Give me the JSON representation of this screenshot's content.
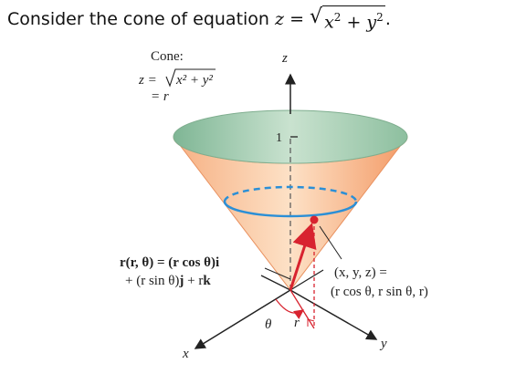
{
  "prompt": {
    "text_before": "Consider the cone of equation",
    "math_lhs": "z =",
    "radicand_x": "x",
    "radicand_plus_y": " + y",
    "exponent": "2",
    "trailing": "."
  },
  "figure": {
    "cone_heading": "Cone:",
    "cone_eq_lhs": "z =",
    "cone_eq_radicand": "x² + y²",
    "cone_eq_r": "= r",
    "axis_z": "z",
    "axis_x": "x",
    "axis_y": "y",
    "tick_one": "1",
    "theta": "θ",
    "r_label": "r",
    "param_line1_a": "r(r, θ) = (r cos θ)",
    "param_line1_b": "i",
    "param_line2_a": "+ (r sin θ)",
    "param_line2_b": "j",
    "param_line2_c": " + r",
    "param_line2_d": "k",
    "point_line1": "(x, y, z) =",
    "point_line2": "(r cos θ, r sin θ, r)"
  },
  "colors": {
    "cone_outer": "#f3a273",
    "cone_inner": "#fbd6b6",
    "cone_top": "#9ec9ad",
    "circle": "#2b8fd6",
    "vector": "#d8232f",
    "axis": "#222222"
  }
}
